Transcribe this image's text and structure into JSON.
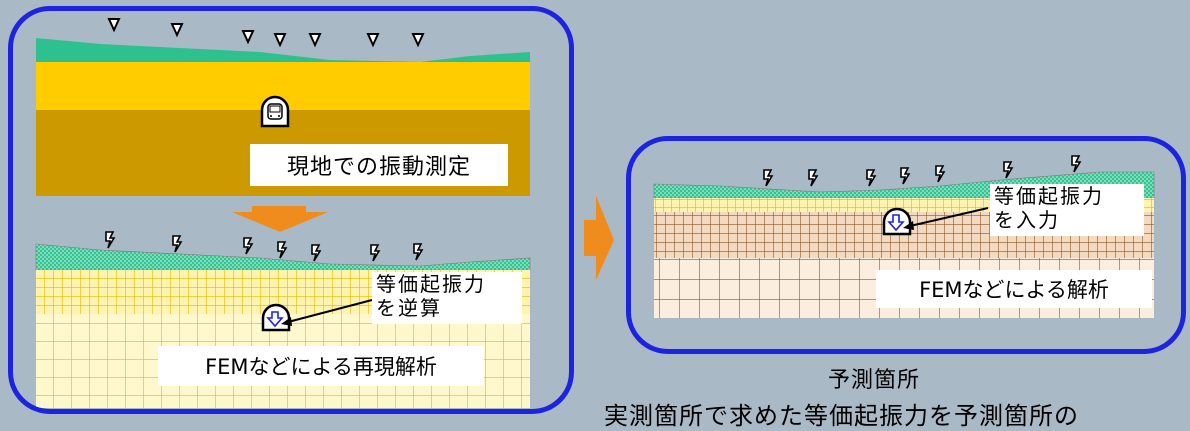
{
  "left_top": {
    "measure_label": "現地での振動測定"
  },
  "left_bottom": {
    "callout_line1": "等価起振力",
    "callout_line2": "を逆算",
    "fem_label": "FEMなどによる再現解析"
  },
  "right": {
    "callout_line1": "等価起振力",
    "callout_line2": "を入力",
    "fem_label": "FEMなどによる解析"
  },
  "captions": {
    "title": "予測箇所",
    "subtitle": "実測箇所で求めた等価起振力を予測箇所の"
  },
  "colors": {
    "panel_border": "#1c24e0",
    "surface_green": "#2ec18f",
    "upper_yellow": "#ffcc00",
    "lower_brown": "#cc9900",
    "grid_brown": "#8b5a2b",
    "arrow_orange": "#f08c1e",
    "background": "#a9b9c5"
  },
  "icons": [
    "sensor-icon",
    "train-icon",
    "force-arrow-icon",
    "down-arrow-icon"
  ]
}
